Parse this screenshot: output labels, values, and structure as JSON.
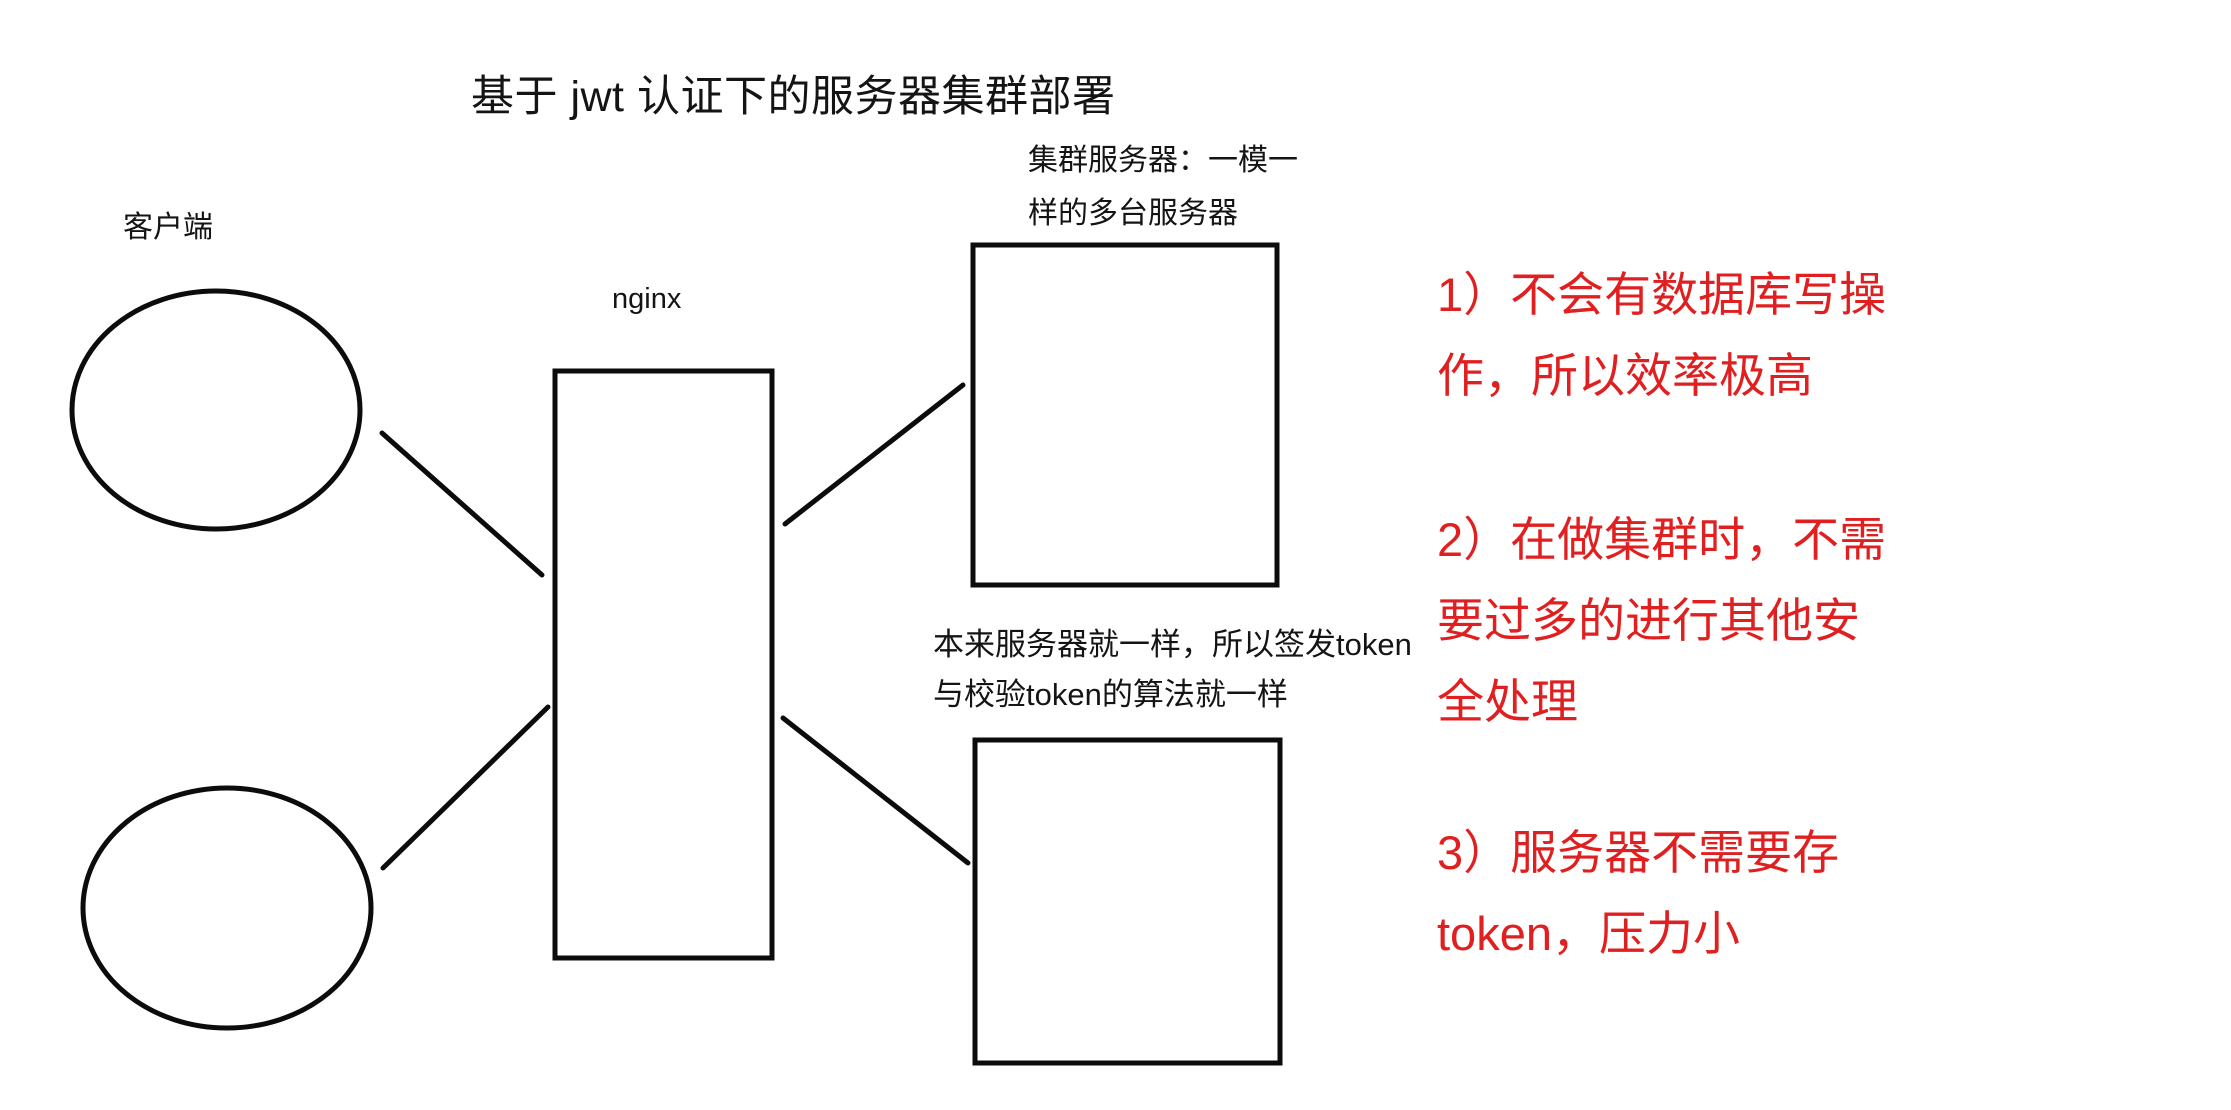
{
  "title": "基于 jwt 认证下的服务器集群部署",
  "colors": {
    "ink": "#111111",
    "note_red": "#e02020",
    "background": "#ffffff"
  },
  "labels": {
    "client": "客户端",
    "nginx": "nginx",
    "cluster_server": {
      "line1": "集群服务器：一模一",
      "line2": "样的多台服务器"
    },
    "token_algorithm": {
      "line1": "本来服务器就一样，所以签发token",
      "line2": "与校验token的算法就一样"
    }
  },
  "notes": [
    {
      "id": "no-db-write",
      "lines": [
        "1）不会有数据库写操",
        "作，所以效率极高"
      ]
    },
    {
      "id": "cluster-security",
      "lines": [
        "2）在做集群时，不需",
        "要过多的进行其他安",
        "全处理"
      ]
    },
    {
      "id": "no-token-storage",
      "lines": [
        "3）服务器不需要存",
        "token，压力小"
      ]
    }
  ]
}
